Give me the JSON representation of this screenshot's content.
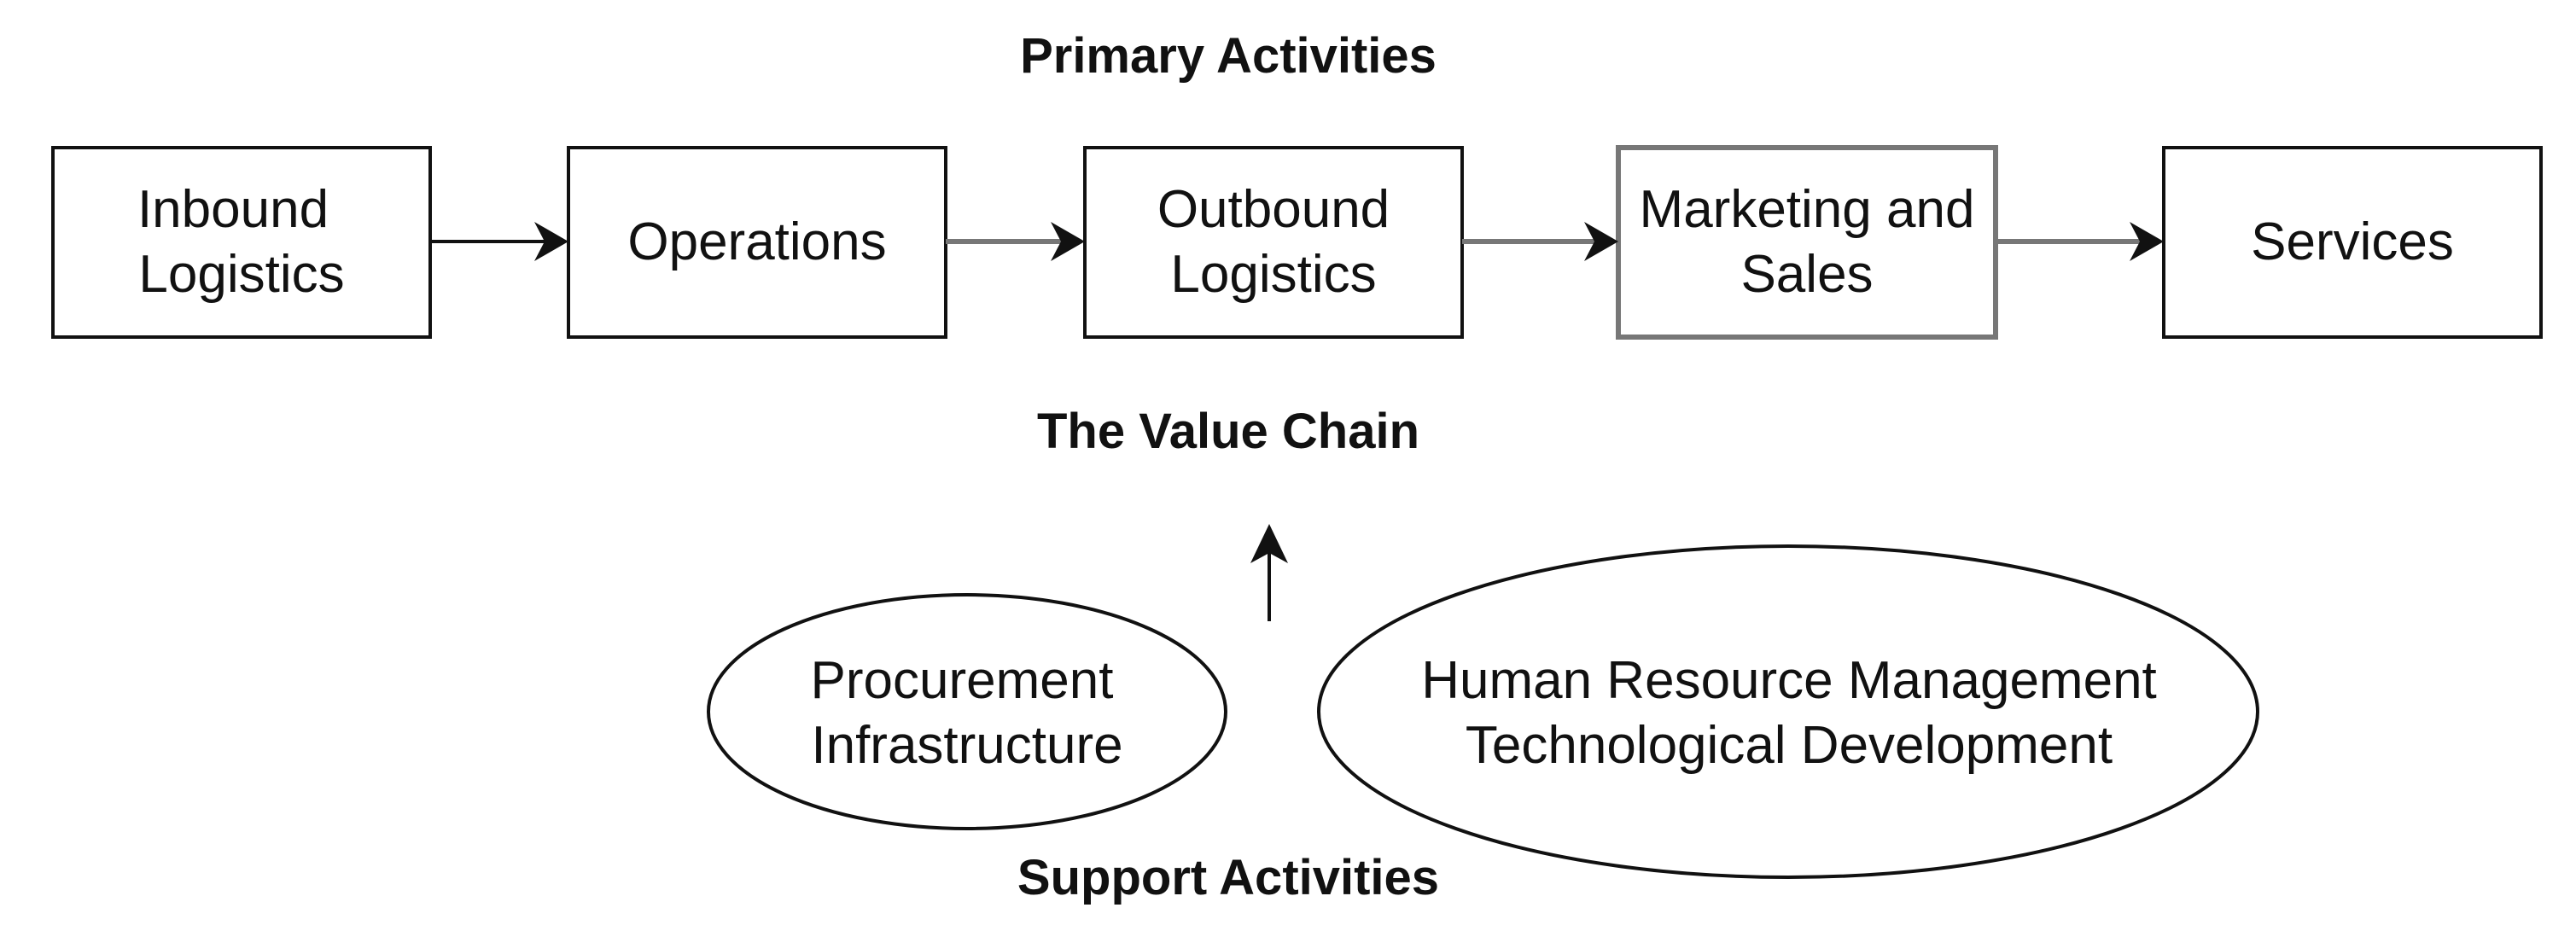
{
  "diagram": {
    "headings": {
      "primary": "Primary Activities",
      "value_chain": "The Value Chain",
      "support": "Support Activities"
    },
    "primary_activities": [
      {
        "id": "inbound-logistics",
        "lines": [
          "Inbound",
          "Logistics"
        ]
      },
      {
        "id": "operations",
        "lines": [
          "Operations"
        ]
      },
      {
        "id": "outbound-logistics",
        "lines": [
          "Outbound",
          "Logistics"
        ]
      },
      {
        "id": "marketing-and-sales",
        "lines": [
          "Marketing and",
          "Sales"
        ]
      },
      {
        "id": "services",
        "lines": [
          "Services"
        ]
      }
    ],
    "support_activities": [
      {
        "id": "procurement-infrastructure",
        "lines": [
          "Procurement",
          "Infrastructure"
        ]
      },
      {
        "id": "hr-tech-development",
        "lines": [
          "Human Resource Management",
          "Technological Development"
        ]
      }
    ],
    "edges": [
      {
        "from": "inbound-logistics",
        "to": "operations"
      },
      {
        "from": "operations",
        "to": "outbound-logistics"
      },
      {
        "from": "outbound-logistics",
        "to": "marketing-and-sales"
      },
      {
        "from": "marketing-and-sales",
        "to": "services"
      },
      {
        "from": "support-activities",
        "to": "the-value-chain"
      }
    ]
  }
}
